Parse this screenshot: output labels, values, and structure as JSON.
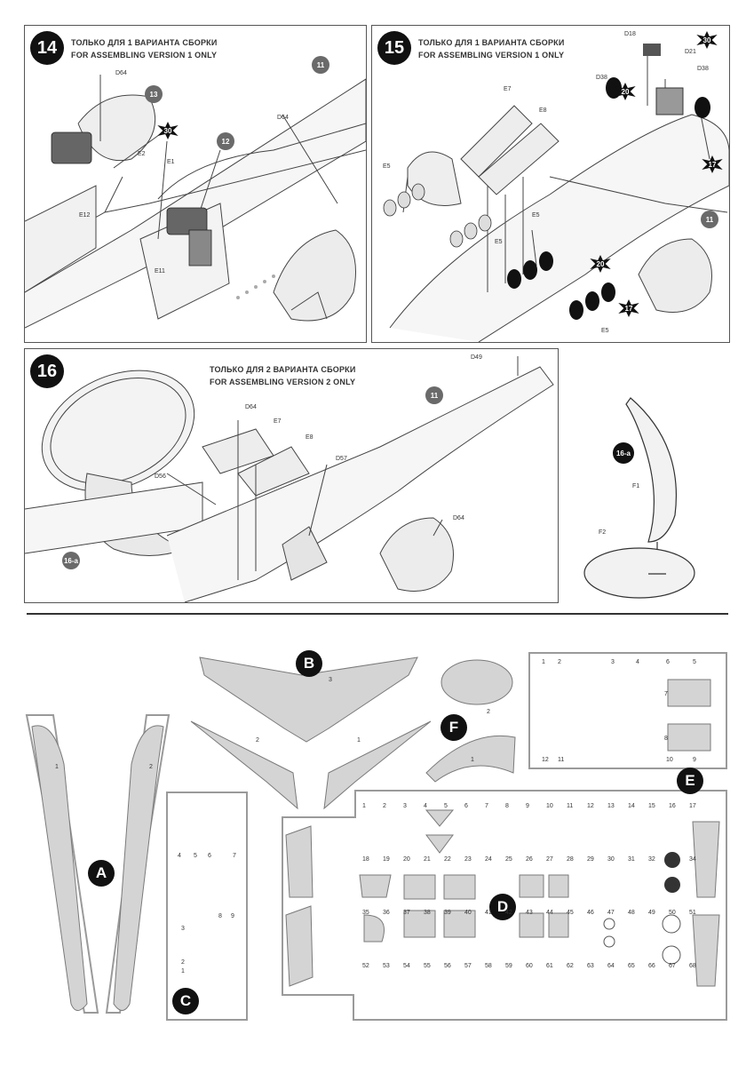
{
  "steps": [
    {
      "number": "14",
      "caption_ru": "ТОЛЬКО ДЛЯ 1 ВАРИАНТА СБОРКИ",
      "caption_en": "FOR ASSEMBLING VERSION 1 ONLY",
      "labels": [
        "D64",
        "E2",
        "E1",
        "E12",
        "E11",
        "D64"
      ],
      "badges_round": [
        "13",
        "12",
        "11"
      ],
      "badges_star": [
        "30"
      ]
    },
    {
      "number": "15",
      "caption_ru": "ТОЛЬКО ДЛЯ 1 ВАРИАНТА СБОРКИ",
      "caption_en": "FOR ASSEMBLING VERSION 1 ONLY",
      "labels": [
        "D18",
        "D21",
        "D38",
        "D38",
        "E7",
        "E8",
        "E5",
        "E5",
        "E5",
        "E5"
      ],
      "badges_round": [
        "11"
      ],
      "badges_star": [
        "30",
        "20",
        "17",
        "20",
        "17"
      ]
    },
    {
      "number": "16",
      "caption_ru": "ТОЛЬКО ДЛЯ 2 ВАРИАНТА СБОРКИ",
      "caption_en": "FOR ASSEMBLING VERSION 2 ONLY",
      "labels": [
        "D49",
        "D64",
        "E7",
        "E8",
        "D56",
        "D57",
        "D64"
      ],
      "badges_round": [
        "11",
        "16-a"
      ]
    }
  ],
  "detail": {
    "badge": "16-a",
    "labels": [
      "F1",
      "F2"
    ]
  },
  "sprues": [
    "A",
    "B",
    "C",
    "D",
    "E",
    "F"
  ],
  "sprue_part_numbers": {
    "A": [
      "1",
      "2"
    ],
    "B": [
      "3",
      "2",
      "1"
    ],
    "C": [
      "4",
      "5",
      "6",
      "7",
      "8",
      "9",
      "1",
      "2",
      "3"
    ],
    "E": [
      "1",
      "2",
      "3",
      "4",
      "5",
      "6",
      "7",
      "8",
      "9",
      "10",
      "11",
      "12"
    ],
    "F": [
      "1",
      "2"
    ],
    "D": [
      "1",
      "2",
      "3",
      "4",
      "5",
      "6",
      "7",
      "8",
      "9",
      "10",
      "11",
      "12",
      "13",
      "14",
      "15",
      "16",
      "17",
      "18",
      "19",
      "20",
      "21",
      "22",
      "23",
      "24",
      "25",
      "26",
      "27",
      "28",
      "29",
      "30",
      "31",
      "32",
      "33",
      "34",
      "35",
      "36",
      "37",
      "38",
      "39",
      "40",
      "41",
      "42",
      "43",
      "44",
      "45",
      "46",
      "47",
      "48",
      "49",
      "50",
      "51",
      "52",
      "53",
      "54",
      "55",
      "56",
      "57",
      "58",
      "59",
      "60",
      "61",
      "62",
      "63",
      "64",
      "65",
      "66",
      "67",
      "68"
    ]
  },
  "colors": {
    "ink": "#222222",
    "badge_dark": "#111111",
    "badge_grey": "#6a6a6a",
    "part_fill": "#d4d4d4",
    "sprue_frame": "#9a9a9a"
  }
}
